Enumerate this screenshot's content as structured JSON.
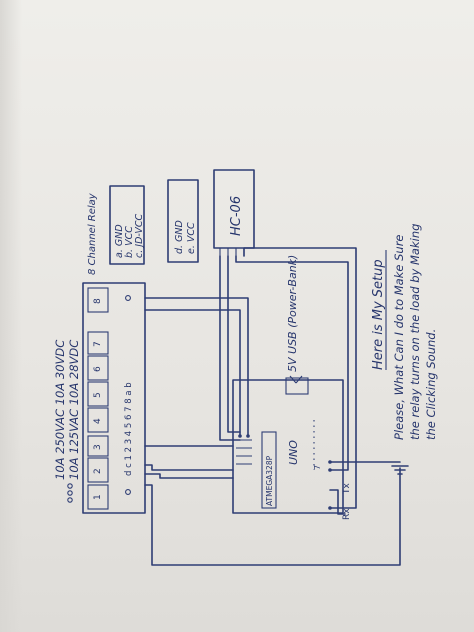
{
  "relay": {
    "rating_line1": "10A 250VAC 10A 30VDC",
    "rating_line2": "10A 125VAC 10A 28VDC",
    "title": "8 Channel Relay",
    "channels": [
      "1",
      "2",
      "3",
      "4",
      "5",
      "6",
      "7",
      "8"
    ],
    "input_pins": "d c 1 2 3 4 5 6 7 8 a b"
  },
  "pin_legend_relay": {
    "a": "a. GND",
    "b": "b. VCC",
    "c": "c. JD-VCC"
  },
  "pin_legend_hc": {
    "d": "d. GND",
    "e": "e. VCC"
  },
  "hc06": {
    "label": "HC-06"
  },
  "arduino": {
    "chip": "ATMEGA328P",
    "board": "UNO",
    "tx": "Tx",
    "rx": "Rx",
    "pin7": "7"
  },
  "usb_label": "5V USB (Power-Bank)",
  "notes": {
    "setup": "Here is My Setup",
    "question_line1": "Please, What Can I do to Make Sure",
    "question_line2": "the relay turns on the load by Making",
    "question_line3": "the Clicking Sound."
  }
}
